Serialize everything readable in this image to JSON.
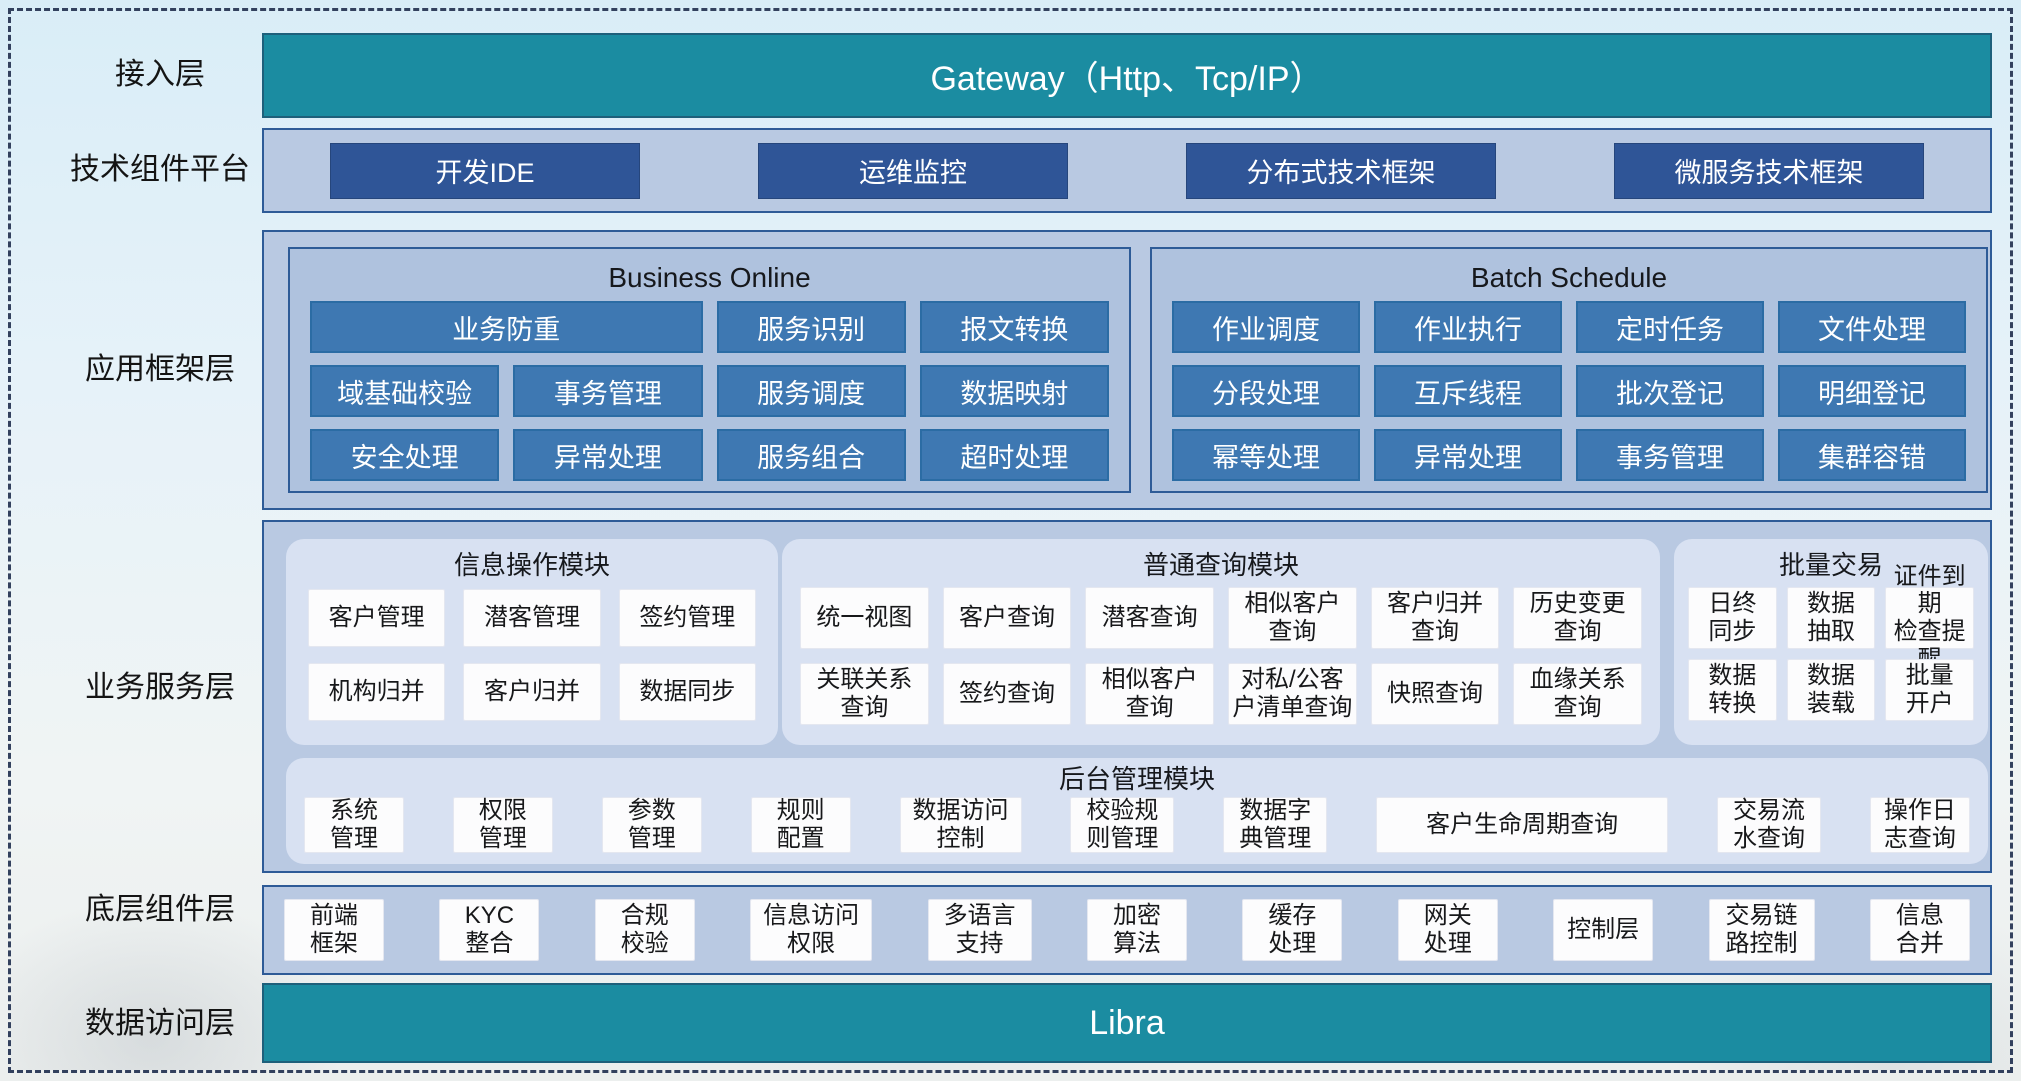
{
  "access": {
    "label": "接入层",
    "gateway_label": "Gateway（Http、Tcp/IP）"
  },
  "tech": {
    "label": "技术组件平台",
    "items": [
      "开发IDE",
      "运维监控",
      "分布式技术框架",
      "微服务技术框架"
    ]
  },
  "appfw": {
    "label": "应用框架层",
    "business_online": {
      "title": "Business Online",
      "r1": [
        "业务防重",
        "服务识别",
        "报文转换"
      ],
      "r2": [
        "域基础校验",
        "事务管理",
        "服务调度",
        "数据映射"
      ],
      "r3": [
        "安全处理",
        "异常处理",
        "服务组合",
        "超时处理"
      ]
    },
    "batch_schedule": {
      "title": "Batch Schedule",
      "r1": [
        "作业调度",
        "作业执行",
        "定时任务",
        "文件处理"
      ],
      "r2": [
        "分段处理",
        "互斥线程",
        "批次登记",
        "明细登记"
      ],
      "r3": [
        "幂等处理",
        "异常处理",
        "事务管理",
        "集群容错"
      ]
    }
  },
  "bizsvc": {
    "label": "业务服务层",
    "info_ops": {
      "title": "信息操作模块",
      "r1": [
        "客户管理",
        "潜客管理",
        "签约管理"
      ],
      "r2": [
        "机构归并",
        "客户归并",
        "数据同步"
      ]
    },
    "query": {
      "title": "普通查询模块",
      "r1": [
        "统一视图",
        "客户查询",
        "潜客查询",
        "相似客户\n查询",
        "客户归并\n查询",
        "历史变更\n查询"
      ],
      "r2": [
        "关联关系\n查询",
        "签约查询",
        "相似客户\n查询",
        "对私/公客\n户清单查询",
        "快照查询",
        "血缘关系\n查询"
      ]
    },
    "batch_trade": {
      "title": "批量交易",
      "r1": [
        "日终\n同步",
        "数据\n抽取",
        "证件到期\n检查提醒"
      ],
      "r2": [
        "数据\n转换",
        "数据\n装载",
        "批量\n开户"
      ]
    },
    "admin": {
      "title": "后台管理模块",
      "items": [
        "系统\n管理",
        "权限\n管理",
        "参数\n管理",
        "规则\n配置",
        "数据访问\n控制",
        "校验规\n则管理",
        "数据字\n典管理",
        "客户生命周期查询",
        "交易流\n水查询",
        "操作日\n志查询"
      ]
    }
  },
  "foundation": {
    "label": "底层组件层",
    "items": [
      "前端\n框架",
      "KYC\n整合",
      "合规\n校验",
      "信息访问\n权限",
      "多语言\n支持",
      "加密\n算法",
      "缓存\n处理",
      "网关\n处理",
      "控制层",
      "交易链\n路控制",
      "信息\n合并"
    ]
  },
  "data_access": {
    "label": "数据访问层",
    "libra_label": "Libra"
  },
  "colors": {
    "teal": "#1B8CA1",
    "container_fill": "#B9C9E2",
    "container_border": "#2E5B97",
    "panel_mid_fill": "#AFC2DE",
    "panel_light_fill": "#D8E1F2",
    "dark_button": "#2F5597",
    "mid_button": "#3E78B2"
  }
}
